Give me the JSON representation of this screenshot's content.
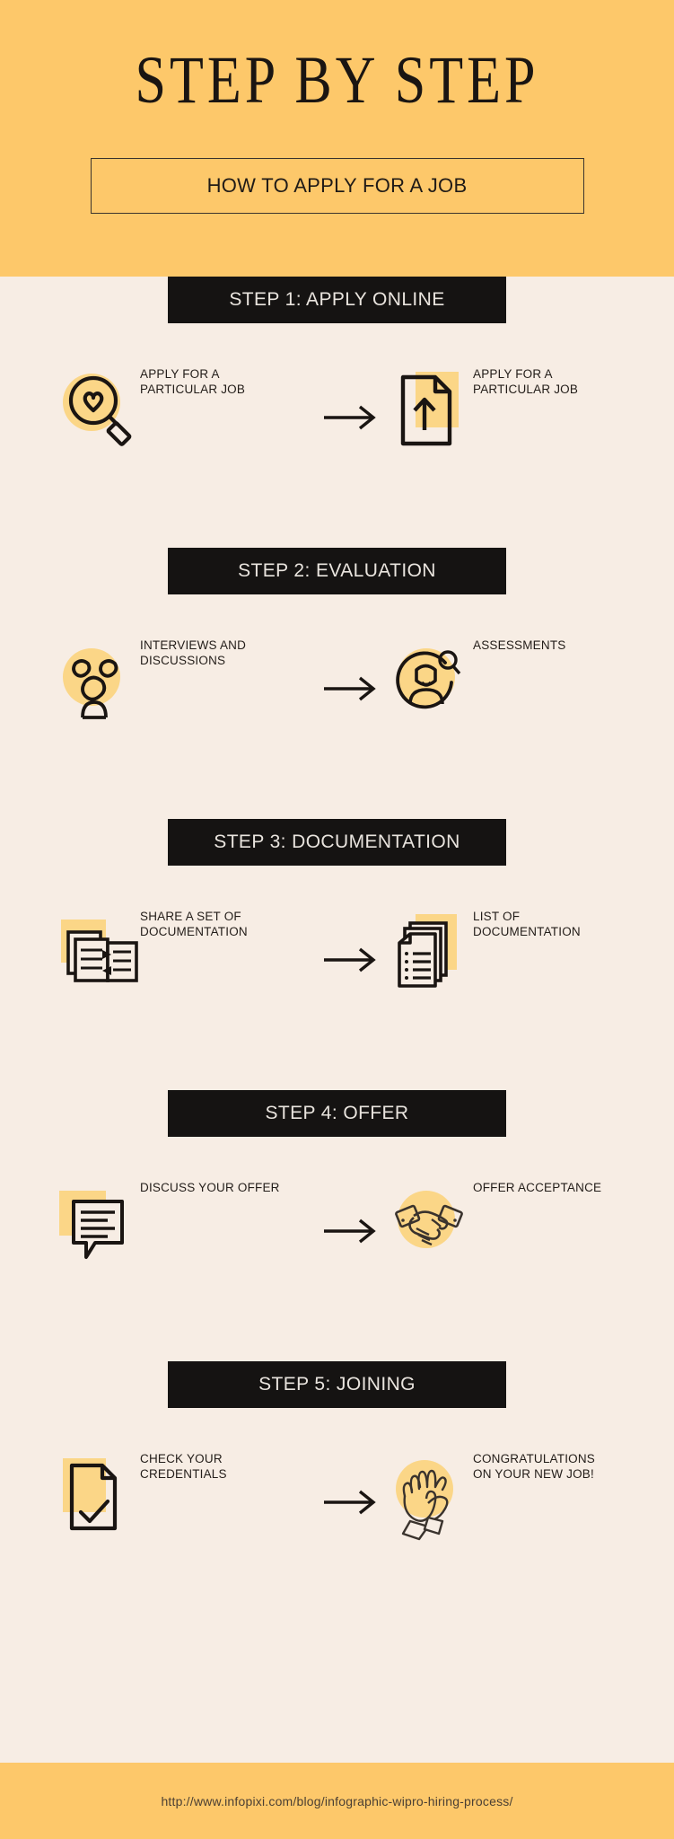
{
  "header": {
    "title": "STEP BY STEP",
    "subtitle": "HOW TO APPLY FOR A JOB",
    "bg_color": "#fdc86a"
  },
  "theme": {
    "page_bg": "#f7ede4",
    "accent": "#fdc86a",
    "icon_fill": "#fbd687",
    "bar_bg": "#151312",
    "bar_text": "#e9e4de",
    "ink": "#231d19"
  },
  "steps": [
    {
      "bar_label": "STEP 1: APPLY ONLINE",
      "left": {
        "icon": "magnifier-heart-icon",
        "label": "APPLY FOR A\nPARTICULAR JOB"
      },
      "arrow": "arrow-right-icon",
      "right": {
        "icon": "document-upload-icon",
        "label": "APPLY FOR A\nPARTICULAR JOB"
      }
    },
    {
      "bar_label": "STEP 2: EVALUATION",
      "left": {
        "icon": "people-group-icon",
        "label": "INTERVIEWS AND\nDISCUSSIONS"
      },
      "arrow": "arrow-right-icon",
      "right": {
        "icon": "person-search-icon",
        "label": "ASSESSMENTS"
      }
    },
    {
      "bar_label": "STEP 3: DOCUMENTATION",
      "left": {
        "icon": "document-transfer-icon",
        "label": "SHARE A SET OF\nDOCUMENTATION"
      },
      "arrow": "arrow-right-icon",
      "right": {
        "icon": "document-stack-list-icon",
        "label": "LIST OF\nDOCUMENTATION"
      }
    },
    {
      "bar_label": "STEP 4: OFFER",
      "left": {
        "icon": "speech-bubble-icon",
        "label": "DISCUSS YOUR OFFER"
      },
      "arrow": "arrow-right-icon",
      "right": {
        "icon": "handshake-icon",
        "label": "OFFER ACCEPTANCE"
      }
    },
    {
      "bar_label": "STEP 5: JOINING",
      "left": {
        "icon": "document-check-icon",
        "label": "CHECK YOUR\nCREDENTIALS"
      },
      "arrow": "arrow-right-icon",
      "right": {
        "icon": "clapping-hands-icon",
        "label": "CONGRATULATIONS\nON YOUR NEW JOB!"
      }
    }
  ],
  "footer": {
    "url": "http://www.infopixi.com/blog/infographic-wipro-hiring-process/"
  }
}
